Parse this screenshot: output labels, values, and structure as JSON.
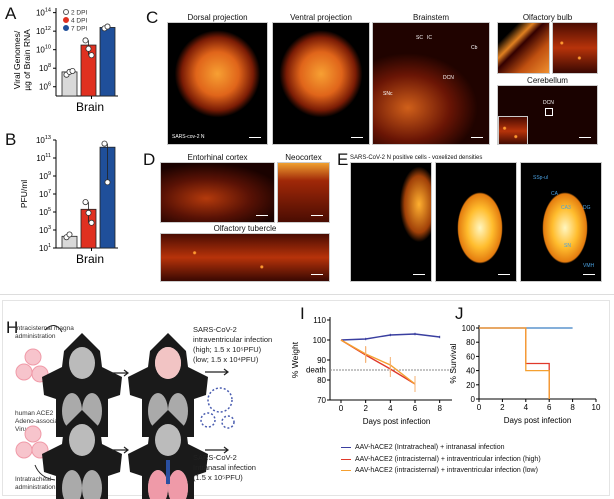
{
  "panels": {
    "A": "A",
    "B": "B",
    "C": "C",
    "D": "D",
    "E": "E",
    "H": "H",
    "I": "I",
    "J": "J"
  },
  "panel_c": {
    "titles": [
      "Dorsal projection",
      "Ventral projection",
      "Brainstem",
      "Olfactory bulb",
      "Cerebellum"
    ],
    "annotations": {
      "stain": "SARS-cov-2 N",
      "sc": "SC",
      "ic": "IC",
      "cb": "Cb",
      "dcn": "DCN",
      "snc": "SNc",
      "dcn2": "DCN"
    }
  },
  "panel_d": {
    "titles": [
      "Entorhinal cortex",
      "Neocortex",
      "Olfactory tubercle"
    ]
  },
  "panel_e": {
    "title": "SARS-CoV-2 N positive cells - voxelized densities",
    "labels": [
      "SSp-ul",
      "CA",
      "CA3",
      "DG",
      "SN",
      "VMH"
    ]
  },
  "panel_h": {
    "top_route": "Intracisternal magna administration",
    "virus": "human ACE2 Adeno-associated Virus",
    "bottom_route": "Intratracheal administration",
    "top_infection": [
      "SARS-CoV-2",
      "intraventricular infection",
      "(high; 1.5 x 10⁵PFU)",
      "(low; 1.5 x 10⁴PFU)"
    ],
    "bottom_infection": [
      "SARS-CoV-2",
      "Intranasal infection",
      "(1.5 x 10⁵PFU)"
    ]
  },
  "colors": {
    "dpi2": "#d9d9d9",
    "dpi4": "#e03020",
    "dpi7": "#1f4f9a",
    "blue": "#3a3fa0",
    "red": "#e0392b",
    "orange": "#f5a030",
    "jblue": "#3b7fc4"
  },
  "legend": [
    "AAV-hACE2 (Intratracheal) + intranasal infection",
    "AAV-hACE2 (intracisternal) + intraventricular infection (high)",
    "AAV-hACE2 (intracisternal) + intraventricular infection (low)"
  ],
  "chart_data": [
    {
      "id": "A",
      "type": "bar",
      "title": "",
      "xlabel": "Brain",
      "ylabel": "Viral Genomes/ µg of Brain RNA",
      "yscale": "log10",
      "ylim_exp": [
        5,
        14.5
      ],
      "yticks_exp": [
        6,
        8,
        10,
        12,
        14
      ],
      "legend": [
        "2 DPI",
        "4 DPI",
        "7 DPI"
      ],
      "legend_position": "top-left",
      "series": [
        {
          "name": "2 DPI",
          "mean_exp": 7.6,
          "points_exp": [
            7.3,
            7.6,
            7.7
          ]
        },
        {
          "name": "4 DPI",
          "mean_exp": 10.5,
          "points_exp": [
            11,
            10.1,
            9.4
          ]
        },
        {
          "name": "7 DPI",
          "mean_exp": 12.4,
          "points_exp": [
            12.3,
            12.5
          ]
        }
      ]
    },
    {
      "id": "B",
      "type": "bar",
      "xlabel": "Brain",
      "ylabel": "PFU/ml",
      "yscale": "log10",
      "ylim_exp": [
        1,
        13
      ],
      "yticks_exp": [
        1,
        3,
        5,
        7,
        9,
        11,
        13
      ],
      "series": [
        {
          "name": "2 DPI",
          "mean_exp": 2.3,
          "points_exp": [
            2.2,
            2.5
          ]
        },
        {
          "name": "4 DPI",
          "mean_exp": 5.3,
          "points_exp": [
            6.1,
            4.9,
            3.8
          ]
        },
        {
          "name": "7 DPI",
          "mean_exp": 12.2,
          "points_exp": [
            12.6,
            8.3
          ]
        }
      ]
    },
    {
      "id": "I",
      "type": "line",
      "xlabel": "Days post infection",
      "ylabel": "% Weight",
      "ylim": [
        70,
        110
      ],
      "yticks": [
        70,
        80,
        90,
        100,
        110
      ],
      "xlim": [
        0,
        9
      ],
      "xticks": [
        0,
        2,
        4,
        6,
        8
      ],
      "reference": {
        "label": "death",
        "value": 85
      },
      "series": [
        {
          "name": "AAV-hACE2 (Intratracheal) + intranasal infection",
          "x": [
            0,
            2,
            4,
            6,
            8
          ],
          "y": [
            100,
            100.5,
            102.5,
            103,
            101.5
          ]
        },
        {
          "name": "AAV-hACE2 (intracisternal) + intraventricular infection (high)",
          "x": [
            0,
            2,
            4,
            6
          ],
          "y": [
            100,
            92.5,
            85.5,
            78
          ]
        },
        {
          "name": "AAV-hACE2 (intracisternal) + intraventricular infection (low)",
          "x": [
            0,
            2,
            4,
            6
          ],
          "y": [
            100,
            93,
            87.5,
            78
          ]
        }
      ]
    },
    {
      "id": "J",
      "type": "line",
      "xlabel": "Days post infection",
      "ylabel": "% Survival",
      "ylim": [
        0,
        100
      ],
      "yticks": [
        0,
        20,
        40,
        60,
        80,
        100
      ],
      "xlim": [
        0,
        10
      ],
      "xticks": [
        0,
        2,
        4,
        6,
        8,
        10
      ],
      "series": [
        {
          "name": "intranasal",
          "x": [
            0,
            8
          ],
          "y": [
            100,
            100
          ]
        },
        {
          "name": "intraventricular high",
          "x": [
            0,
            4,
            4,
            6,
            6
          ],
          "y": [
            100,
            100,
            50,
            50,
            0
          ]
        },
        {
          "name": "intraventricular low",
          "x": [
            0,
            4,
            4,
            6,
            6
          ],
          "y": [
            100,
            100,
            40,
            40,
            0
          ]
        }
      ]
    }
  ]
}
